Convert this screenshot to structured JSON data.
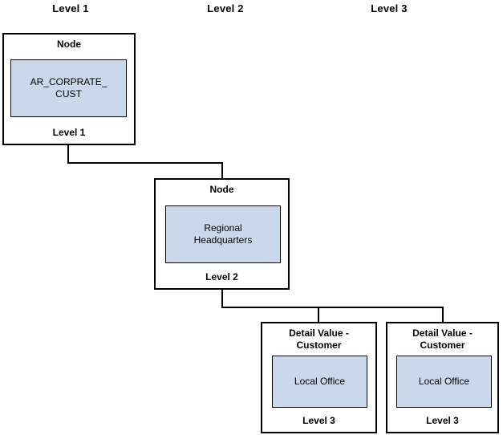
{
  "column_headers": [
    {
      "label": "Level 1"
    },
    {
      "label": "Level 2"
    },
    {
      "label": "Level 3"
    }
  ],
  "nodes": [
    {
      "header_lines": [
        "Node"
      ],
      "value_lines": [
        "AR_CORPRATE_",
        "CUST"
      ],
      "footer": "Level 1"
    },
    {
      "header_lines": [
        "Node"
      ],
      "value_lines": [
        "Regional",
        "Headquarters"
      ],
      "footer": "Level 2"
    },
    {
      "header_lines": [
        "Detail Value -",
        "Customer"
      ],
      "value_lines": [
        "Local Office"
      ],
      "footer": "Level 3"
    },
    {
      "header_lines": [
        "Detail Value -",
        "Customer"
      ],
      "value_lines": [
        "Local Office"
      ],
      "footer": "Level 3"
    }
  ],
  "colors": {
    "value_box_fill": "#CBD8EB",
    "line": "#000000",
    "background": "#FFFFFF",
    "text": "#000000"
  }
}
